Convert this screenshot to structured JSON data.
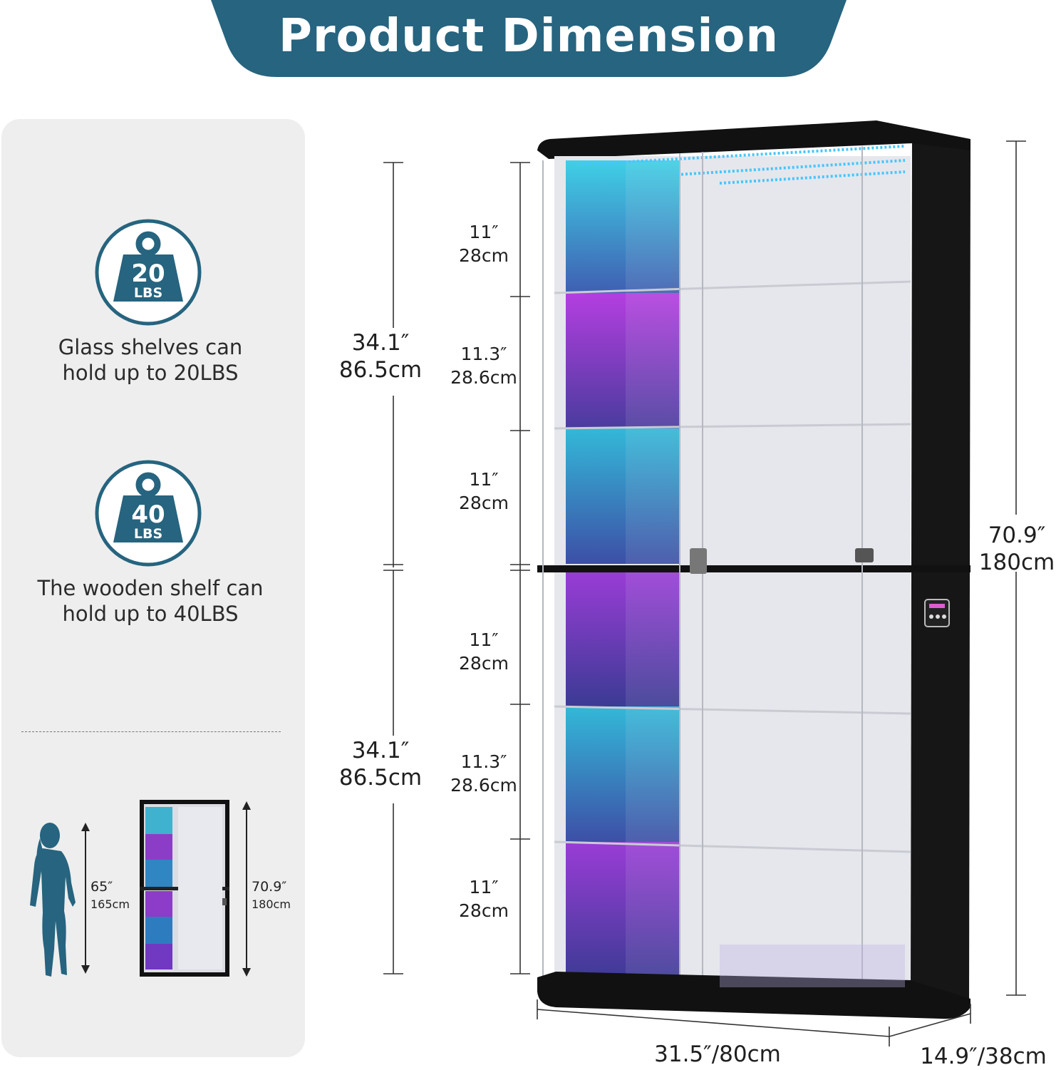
{
  "title": "Product Dimension",
  "colors": {
    "brand": "#26647f",
    "panel": "#eeeeee",
    "text": "#1f1f1f"
  },
  "badges": [
    {
      "icon": "weight-icon",
      "number": "20",
      "unit": "LBS",
      "caption_line1": "Glass shelves can",
      "caption_line2": "hold up to 20LBS"
    },
    {
      "icon": "weight-icon",
      "number": "40",
      "unit": "LBS",
      "caption_line1": "The wooden shelf can",
      "caption_line2": "hold up to 40LBS"
    }
  ],
  "comparison": {
    "person_height_in": "65″",
    "person_height_cm": "165cm",
    "cabinet_height_in": "70.9″",
    "cabinet_height_cm": "180cm"
  },
  "section_heights": [
    {
      "in": "34.1″",
      "cm": "86.5cm"
    },
    {
      "in": "34.1″",
      "cm": "86.5cm"
    }
  ],
  "shelf_heights": [
    {
      "in": "11″",
      "cm": "28cm"
    },
    {
      "in": "11.3″",
      "cm": "28.6cm"
    },
    {
      "in": "11″",
      "cm": "28cm"
    },
    {
      "in": "11″",
      "cm": "28cm"
    },
    {
      "in": "11.3″",
      "cm": "28.6cm"
    },
    {
      "in": "11″",
      "cm": "28cm"
    }
  ],
  "total_height": {
    "in": "70.9″",
    "cm": "180cm"
  },
  "width": "31.5″/80cm",
  "depth": "14.9″/38cm"
}
